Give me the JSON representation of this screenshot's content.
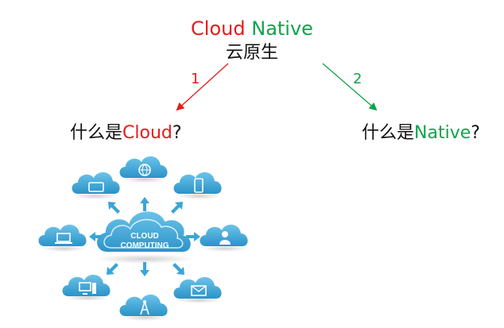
{
  "title": {
    "cloud": "Cloud",
    "native": "Native"
  },
  "subtitle": "云原生",
  "branches": [
    {
      "number": "1",
      "prefix": "什么是",
      "keyword": "Cloud",
      "suffix": "?"
    },
    {
      "number": "2",
      "prefix": "什么是",
      "keyword": "Native",
      "suffix": "?"
    }
  ],
  "cloud_graphic": {
    "center_label_line1": "CLOUD",
    "center_label_line2": "COMPUTING",
    "satellites": [
      "tablet-icon",
      "globe-icon",
      "smartphone-icon",
      "laptop-icon",
      "user-icon",
      "desktop-icon",
      "antenna-icon",
      "mail-icon"
    ]
  },
  "colors": {
    "cloud": "#e8191a",
    "native": "#10a34a",
    "cloud_blue": "#3aa5d6",
    "cloud_blue_dark": "#1f86b8"
  }
}
